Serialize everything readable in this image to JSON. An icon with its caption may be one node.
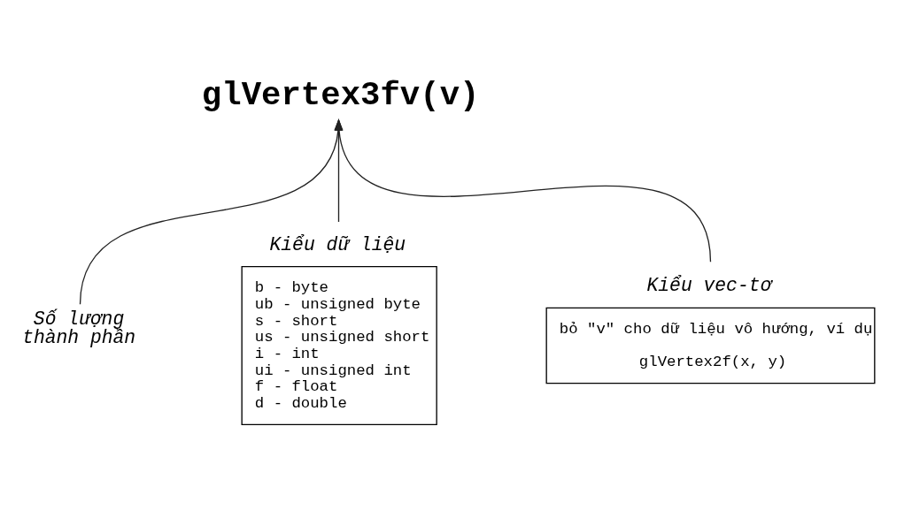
{
  "diagram": {
    "nodes": [
      {
        "text": [
          "glVertex3fv(v)"
        ]
      },
      {
        "text": [
          "Số lượng thành phần"
        ]
      },
      {
        "text": [
          "Kiểu dữ liệu",
          "b - byte",
          "ub - unsigned byte",
          "s - short",
          "us - unsigned short",
          "i - int",
          "ui - unsigned int",
          "f - float",
          "d - double"
        ]
      },
      {
        "text": [
          "Kiểu vec-tơ",
          "bỏ \"v\" cho dữ liệu vô hướng, ví dụ",
          "glVertex2f(x, y)"
        ]
      }
    ],
    "edges": [
      {
        "from": 1,
        "to": 0,
        "arrow": "to"
      },
      {
        "from": 2,
        "to": 0,
        "arrow": "to"
      },
      {
        "from": 3,
        "to": 0,
        "arrow": "to"
      }
    ]
  }
}
